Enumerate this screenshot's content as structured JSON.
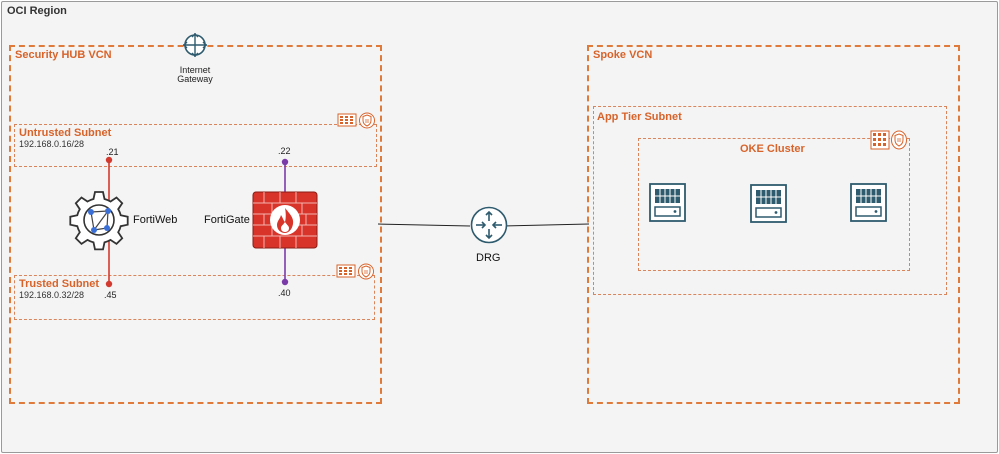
{
  "region": {
    "label": "OCI Region"
  },
  "hub_vcn": {
    "label": "Security HUB VCN"
  },
  "spoke_vcn": {
    "label": "Spoke VCN"
  },
  "internet_gateway": {
    "line1": "Internet",
    "line2": "Gateway"
  },
  "untrusted_subnet": {
    "label": "Untrusted Subnet",
    "cidr": "192.168.0.16/28"
  },
  "trusted_subnet": {
    "label": "Trusted Subnet",
    "cidr": "192.168.0.32/28"
  },
  "app_tier_subnet": {
    "label": "App Tier Subnet"
  },
  "oke_cluster": {
    "label": "OKE Cluster"
  },
  "fortiweb": {
    "label": "FortiWeb",
    "ip_untrusted": ".21",
    "ip_trusted": ".45"
  },
  "fortigate": {
    "label": "FortiGate",
    "ip_untrusted": ".22",
    "ip_trusted": ".40"
  },
  "drg": {
    "label": "DRG"
  },
  "colors": {
    "vcn_border": "#e07a3a",
    "label_orange": "#d8632a",
    "fortiweb_line": "#d33a2f",
    "fortigate_line": "#7a3aa8",
    "firewall_red": "#d8342a",
    "icon_teal": "#2e5b6e"
  },
  "icons": [
    "internet-gateway-icon",
    "fortiweb-gear-icon",
    "fortigate-firewall-icon",
    "drg-router-icon",
    "server-icon",
    "route-table-icon",
    "security-list-icon"
  ]
}
